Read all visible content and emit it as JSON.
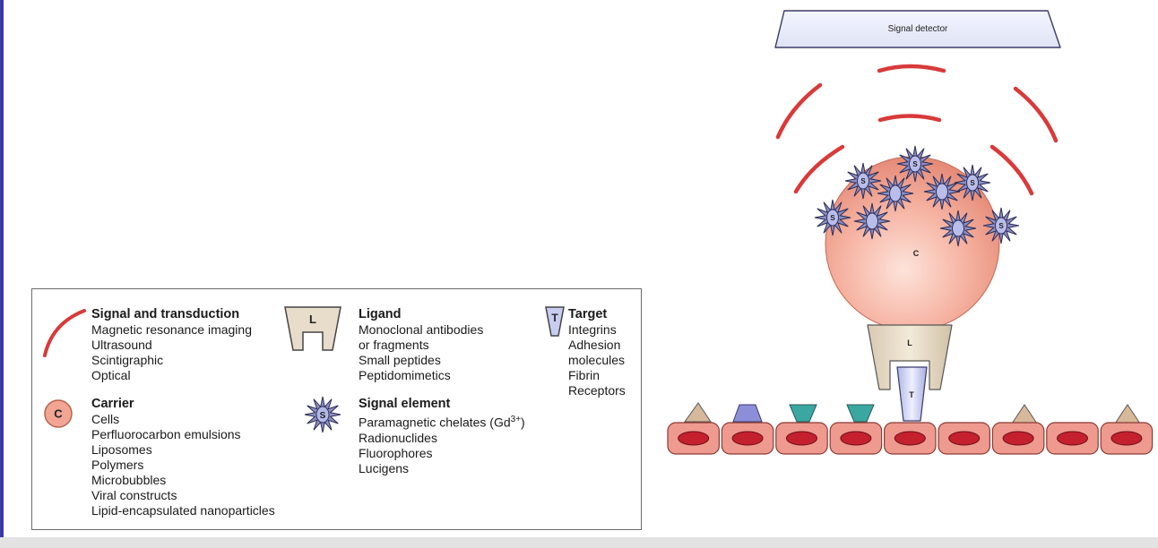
{
  "legend": {
    "signal": {
      "title": "Signal and transduction",
      "items": [
        "Magnetic resonance imaging",
        "Ultrasound",
        "Scintigraphic",
        "Optical"
      ]
    },
    "ligand": {
      "icon_label": "L",
      "title": "Ligand",
      "items": [
        "Monoclonal antibodies",
        "or fragments",
        "Small peptides",
        "Peptidomimetics"
      ]
    },
    "target": {
      "icon_label": "T",
      "title": "Target",
      "items": [
        "Integrins",
        "Adhesion",
        "molecules",
        "Fibrin",
        "Receptors"
      ]
    },
    "carrier": {
      "icon_label": "C",
      "title": "Carrier",
      "items": [
        "Cells",
        "Perfluorocarbon emulsions",
        "Liposomes",
        "Polymers",
        "Microbubbles",
        "Viral constructs",
        "Lipid-encapsulated nanoparticles"
      ]
    },
    "signal_element": {
      "icon_label": "S",
      "title": "Signal element",
      "items": [
        "Paramagnetic chelates (Gd",
        "Radionuclides",
        "Fluorophores",
        "Lucigens"
      ],
      "superscript": "3+",
      "suffix": ")"
    }
  },
  "diagram": {
    "detector_label": "Signal detector",
    "carrier_label": "C",
    "ligand_label": "L",
    "target_label": "T",
    "signal_label": "S"
  },
  "colors": {
    "signal_arc": "#d93a3a",
    "carrier_fill": "#f2a593",
    "ligand_fill": "#e8dccb",
    "target_fill": "#c8cdf0",
    "cell_fill": "#ef9a8f",
    "nucleus_fill": "#c4202e",
    "star_fill": "#8c8fc4",
    "frame": "#3a3aa8"
  }
}
